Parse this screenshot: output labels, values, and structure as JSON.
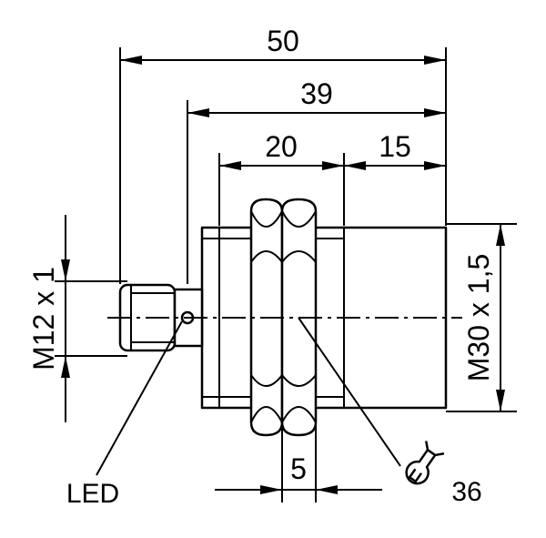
{
  "dimensions": {
    "overall_length": "50",
    "length_to_flange": "39",
    "thread_length": "20",
    "sensing_face_length": "15",
    "nut_thickness": "5"
  },
  "threads": {
    "connector": "M12 x 1",
    "housing": "M30 x 1,5"
  },
  "labels": {
    "led": "LED",
    "wrench_size": "36",
    "wrench_icon": "wrench-icon"
  }
}
